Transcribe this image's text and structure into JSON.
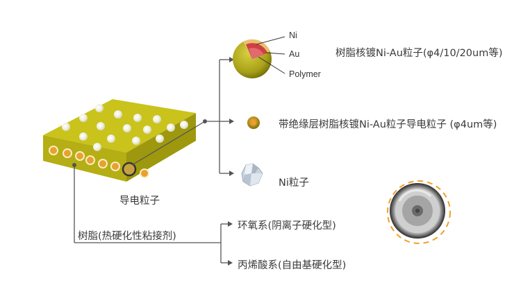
{
  "labels": {
    "ni_layer": "Ni",
    "au_layer": "Au",
    "polymer_core": "Polymer",
    "resin_core_particle": "树脂核镀Ni-Au粒子(φ4/10/20um等)",
    "insulated_particle": "带绝缘层树脂核镀Ni-Au粒子导电粒子 (φ4um等)",
    "ni_particle": "Ni粒子",
    "conductive_particle": "导电粒子",
    "resin": "树脂(热硬化性粘接剂)",
    "epoxy": "环氧系(阴离子硬化型)",
    "acrylic": "丙烯酸系(自由基硬化型)"
  },
  "colors": {
    "film_yellow": "#c8c21a",
    "film_dark": "#9a9410",
    "particle_orange": "#e8a030",
    "line_gray": "#555555",
    "dash_orange": "#f0a020"
  }
}
